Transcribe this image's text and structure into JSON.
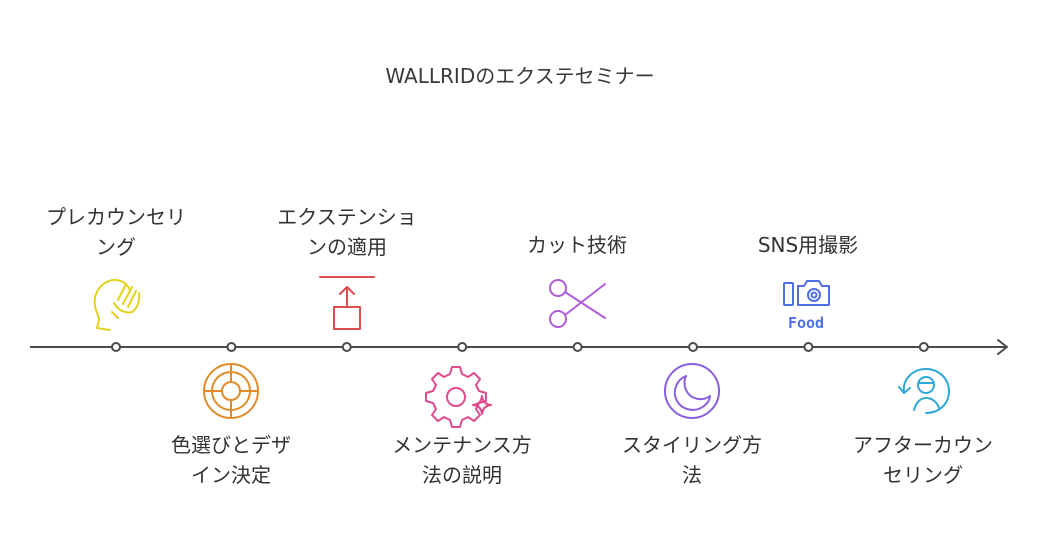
{
  "title": "WALLRIDのエクステセミナー",
  "colors": {
    "line": "#4a4a4a",
    "yellow": "#e3d21f",
    "orange": "#e08c2a",
    "red": "#dd4e4e",
    "pink": "#df4b8c",
    "purple": "#b15dd9",
    "violet": "#8a5fe0",
    "blue": "#4f6fe6",
    "cyan": "#2fa8d8"
  },
  "steps": [
    {
      "label_lines": [
        "プレカウンセリ",
        "ング"
      ],
      "icon": "head-hand-icon"
    },
    {
      "label_lines": [
        "色選びとデザ",
        "イン決定"
      ],
      "icon": "color-wheel-icon"
    },
    {
      "label_lines": [
        "エクステンショ",
        "ンの適用"
      ],
      "icon": "upload-box-icon"
    },
    {
      "label_lines": [
        "メンテナンス方",
        "法の説明"
      ],
      "icon": "gear-sparkle-icon"
    },
    {
      "label_lines": [
        "カット技術"
      ],
      "icon": "scissors-icon"
    },
    {
      "label_lines": [
        "スタイリング方",
        "法"
      ],
      "icon": "crescent-moon-icon"
    },
    {
      "label_lines": [
        "SNS用撮影"
      ],
      "icon": "food-camera-icon",
      "icon_text": "Food"
    },
    {
      "label_lines": [
        "アフターカウン",
        "セリング"
      ],
      "icon": "counseling-cycle-icon"
    }
  ]
}
